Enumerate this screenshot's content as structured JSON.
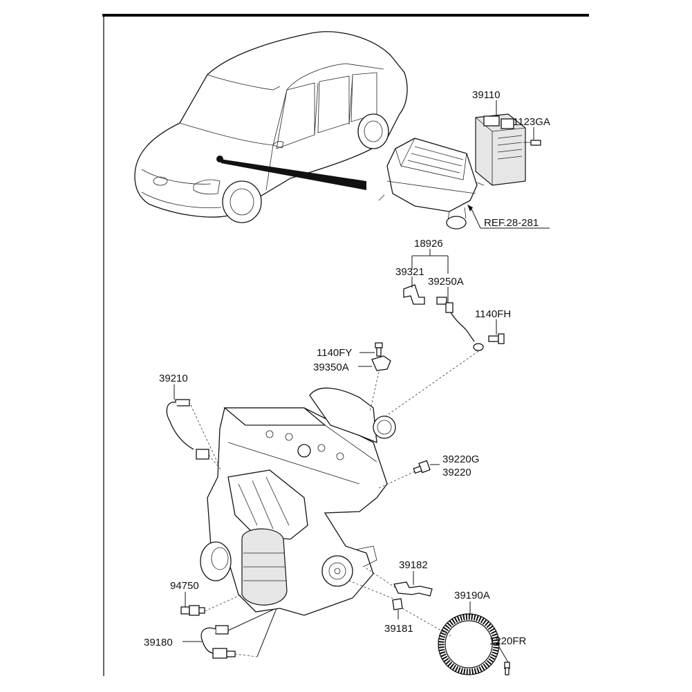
{
  "diagram": {
    "labels": {
      "ecu": "39110",
      "ecu_bolt": "1123GA",
      "ref": "REF.28-281",
      "sensor_kit": "18926",
      "bracket": "39321",
      "map_sensor": "39250A",
      "sensor_bolt": "1140FH",
      "knock_bolt": "1140FY",
      "knock_sensor": "39350A",
      "o2_front": "39210",
      "temp_sensor_g": "39220G",
      "temp_sensor": "39220",
      "crank_bracket": "39182",
      "oil_switch": "94750",
      "ring_gear": "39190A",
      "crank_sensor": "39181",
      "o2_rear": "39180",
      "ring_bolt": "1220FR"
    }
  }
}
